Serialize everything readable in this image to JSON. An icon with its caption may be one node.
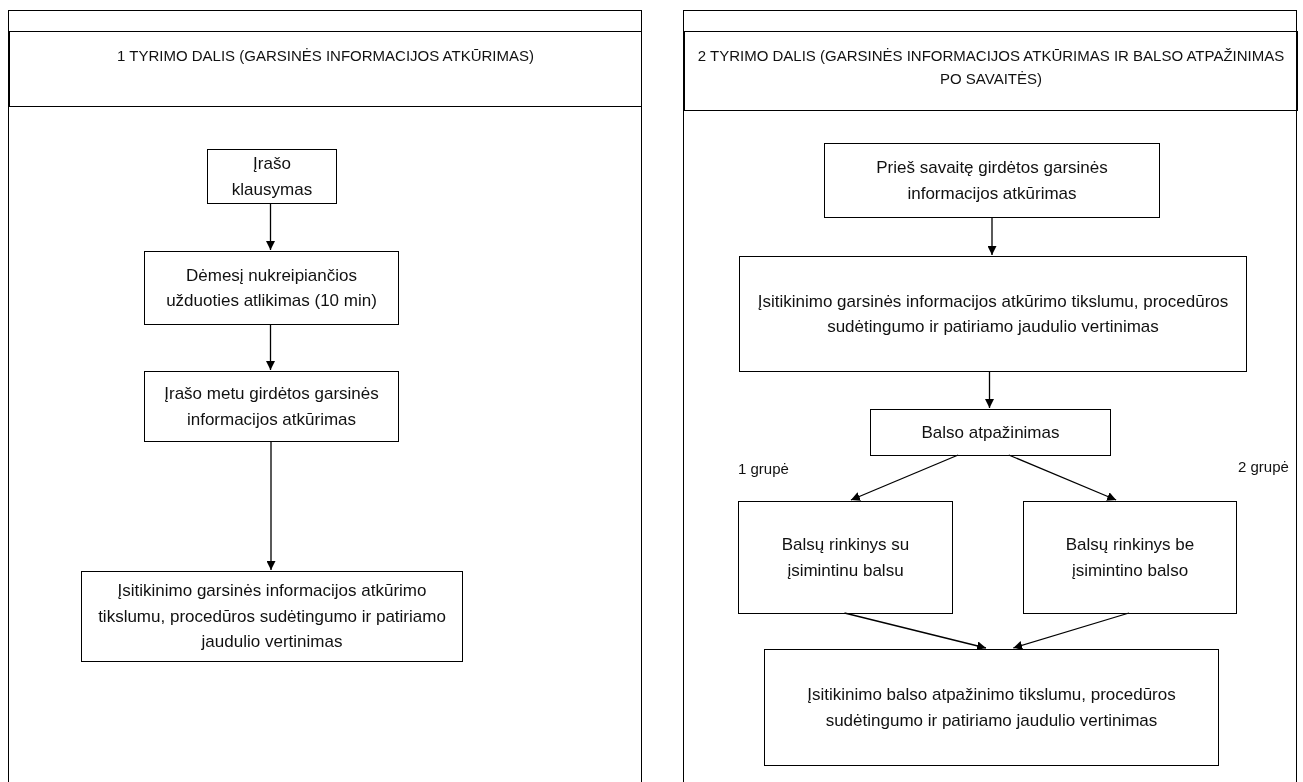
{
  "diagram": {
    "nodes": [
      {
        "text": [],
        "shape": "box"
      },
      {
        "text": [
          "1 TYRIMO DALIS (GARSINĖS INFORMACIJOS ATKŪRIMAS)"
        ],
        "in": 0
      },
      {
        "text": [
          "Įrašo klausymas"
        ],
        "in": 0
      },
      {
        "text": [
          "Dėmesį nukreipiančios užduoties atlikimas (10 min)"
        ],
        "in": 0
      },
      {
        "text": [
          "Įrašo metu girdėtos garsinės informacijos atkūrimas"
        ],
        "in": 0
      },
      {
        "text": [
          "Įsitikinimo garsinės informacijos atkūrimo tikslumu, procedūros sudėtingumo ir patiriamo jaudulio vertinimas"
        ],
        "in": 0
      },
      {
        "text": [],
        "shape": "box"
      },
      {
        "text": [
          "2 TYRIMO DALIS (GARSINĖS INFORMACIJOS ATKŪRIMAS IR BALSO ATPAŽINIMAS PO SAVAITĖS)"
        ],
        "in": 6
      },
      {
        "text": [
          "Prieš savaitę girdėtos garsinės informacijos atkūrimas"
        ],
        "in": 6
      },
      {
        "text": [
          "Įsitikinimo garsinės informacijos atkūrimo tikslumu, procedūros sudėtingumo ir patiriamo jaudulio vertinimas"
        ],
        "in": 6
      },
      {
        "text": [
          "Balso atpažinimas"
        ],
        "in": 6
      },
      {
        "text": [
          "Balsų rinkinys su įsimintinu balsu"
        ],
        "in": 6
      },
      {
        "text": [
          "Balsų rinkinys be įsimintino balso"
        ],
        "in": 6
      },
      {
        "text": [
          "Įsitikinimo balso atpažinimo tikslumu, procedūros sudėtingumo ir patiriamo jaudulio vertinimas"
        ],
        "in": 6
      }
    ],
    "edges": [
      {
        "from": 2,
        "to": 3,
        "arrow": "to"
      },
      {
        "from": 3,
        "to": 4,
        "arrow": "to"
      },
      {
        "from": 4,
        "to": 5,
        "arrow": "to"
      },
      {
        "from": 8,
        "to": 9,
        "arrow": "to"
      },
      {
        "from": 9,
        "to": 10,
        "arrow": "to"
      },
      {
        "from": 10,
        "to": 11,
        "arrow": "to"
      },
      {
        "from": 10,
        "to": 12,
        "arrow": "to"
      },
      {
        "from": 11,
        "to": 13,
        "arrow": "to"
      },
      {
        "from": 12,
        "to": 13,
        "arrow": "to"
      }
    ],
    "labels": [
      "1 grupė",
      "2 grupė"
    ]
  }
}
